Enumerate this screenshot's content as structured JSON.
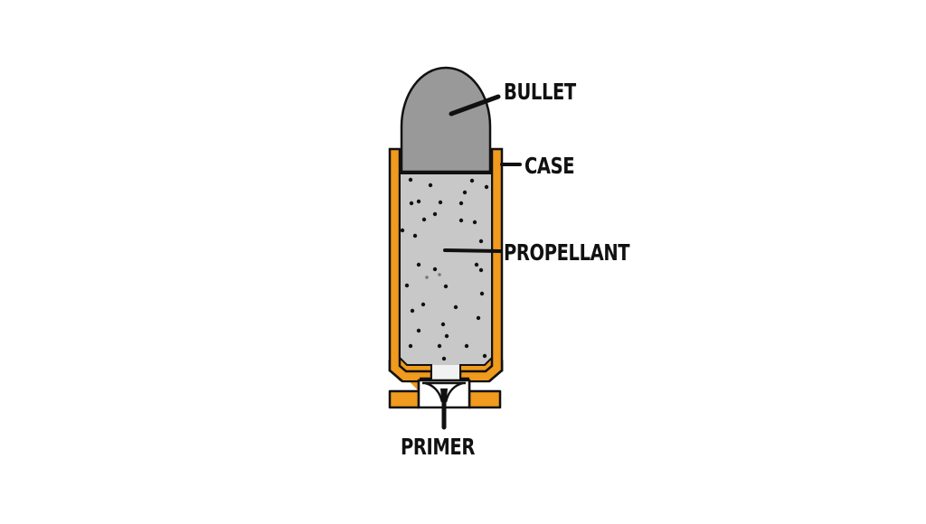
{
  "diagram": {
    "type": "cartridge-cross-section",
    "labels": {
      "bullet": "BULLET",
      "case": "CASE",
      "propellant": "PROPELLANT",
      "primer": "PRIMER"
    },
    "colors": {
      "bullet_fill": "#999999",
      "case_fill": "#f09a1e",
      "propellant_fill": "#c8c8c8",
      "outline": "#111111",
      "primer_fill": "#ffffff",
      "background": "#ffffff"
    }
  }
}
